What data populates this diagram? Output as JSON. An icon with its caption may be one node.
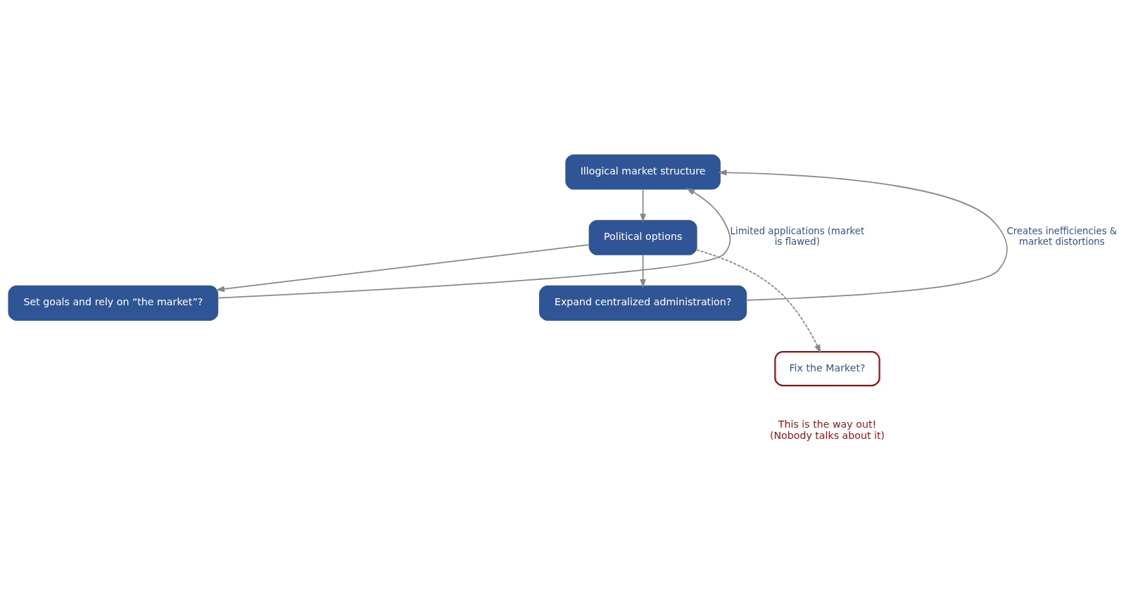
{
  "diagram": {
    "nodes": [
      {
        "text": [
          "Illogical market structure"
        ]
      },
      {
        "text": [
          "Political options"
        ]
      },
      {
        "text": [
          "Set goals and rely on “the market”?"
        ]
      },
      {
        "text": [
          "Expand centralized administration?"
        ]
      },
      {
        "text": [
          "Fix the Market?"
        ],
        "beside": [
          "This is the way out!",
          "(Nobody talks about it)"
        ]
      }
    ],
    "edges": [
      {
        "from": 0,
        "to": 1,
        "arrow": "to"
      },
      {
        "from": 1,
        "to": 2,
        "arrow": "to"
      },
      {
        "from": 1,
        "to": 3,
        "arrow": "to"
      },
      {
        "from": 1,
        "to": 4,
        "arrow": "to",
        "style": "dashed"
      },
      {
        "from": 2,
        "to": 0,
        "arrow": "to",
        "label": "Limited applications (market is flawed)"
      },
      {
        "from": 3,
        "to": 0,
        "arrow": "to",
        "label": "Creates inefficiencies & market distortions"
      }
    ]
  }
}
